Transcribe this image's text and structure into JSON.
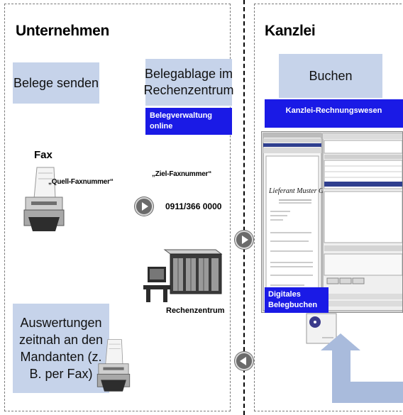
{
  "left": {
    "title": "Unternehmen",
    "belege_senden": "Belege senden",
    "belegablage": "Belegablage im Rechenzentrum",
    "belegverwaltung": "Belegverwaltung online",
    "fax_label": "Fax",
    "quell_fax": "„Quell-Faxnummer“",
    "ziel_fax": "„Ziel-Faxnummer“",
    "fax_number": "0911/366 0000",
    "rechenzentrum": "Rechenzentrum",
    "auswertungen": "Auswertungen zeitnah an den Mandanten (z. B. per Fax)"
  },
  "right": {
    "title": "Kanzlei",
    "buchen": "Buchen",
    "rechnungswesen": "Kanzlei-Rechnungswesen",
    "digitales": "Digitales Belegbuchen"
  },
  "colors": {
    "box_fill": "#c6d3ea",
    "blue_label": "#1a1ae6",
    "arrow_fill": "#a9bbdc",
    "button_fill": "#6b6b6b"
  },
  "icons": [
    "fax-machine-icon",
    "server-rack-icon",
    "workstation-icon",
    "play-right-icon",
    "play-left-icon",
    "cd-disc-icon"
  ]
}
